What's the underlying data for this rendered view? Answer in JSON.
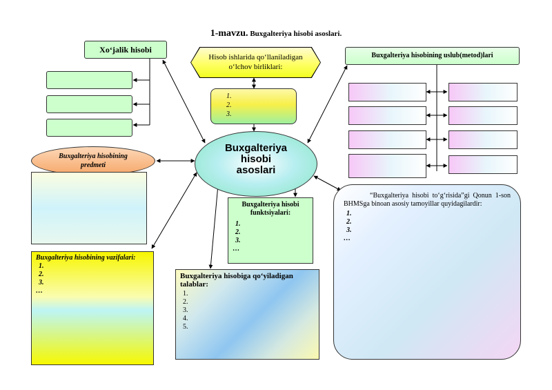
{
  "title": {
    "lead": "1-mavzu.",
    "rest": " Buxgalteriya hisobi asoslari."
  },
  "center": {
    "line1": "Buxgalteriya",
    "line2": "hisobi",
    "line3": "asoslari"
  },
  "xojalik": {
    "label": "Xo‘jalik hisobi"
  },
  "olchov": {
    "line1": "Hisob ishlarida qo‘llaniladigan",
    "line2": "o‘lchov birliklari:",
    "items": [
      "",
      "",
      ""
    ]
  },
  "uslub": {
    "label": "Buxgalteriya hisobining uslub(metod)lari"
  },
  "predmet": {
    "line1": "Buxgalteriya hisobining",
    "line2": "predmeti"
  },
  "funksiyalar": {
    "line1": "Buxgalteriya hisobi",
    "line2": "funktsiyalari:",
    "items": [
      "",
      "",
      ""
    ],
    "more": "…"
  },
  "vazifalar": {
    "heading": "Buxgalteriya hisobining vazifalari:",
    "items": [
      "",
      "",
      ""
    ],
    "more": "…"
  },
  "talablar": {
    "heading": "Buxgalteriya hisobiga qo‘yiladigan talablar:",
    "items": [
      "",
      "",
      "",
      "",
      ""
    ]
  },
  "qonun": {
    "intro": "“Buxgalteriya hisobi to‘g‘risida”gi Qonun 1-son BHMSga binoan asosiy tamoyillar quyidagilardir:",
    "items": [
      "",
      "",
      ""
    ],
    "more": "…"
  }
}
